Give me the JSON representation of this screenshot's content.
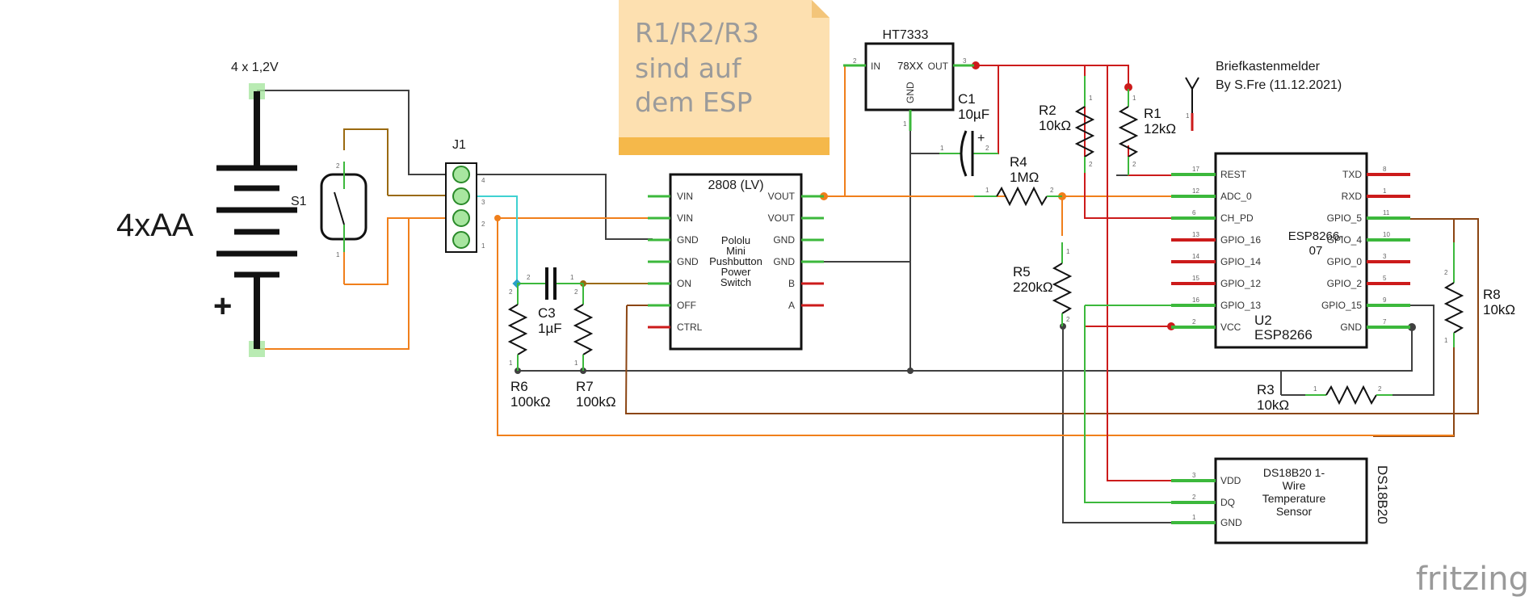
{
  "title": {
    "line1": "Briefkastenmelder",
    "line2": "By S.Fre (11.12.2021)"
  },
  "note": {
    "line1": "R1/R2/R3",
    "line2": "sind auf",
    "line3": "dem ESP"
  },
  "battery": {
    "top_label": "4 x 1,2V",
    "label": "4xAA",
    "plus": "+"
  },
  "switch": {
    "ref": "S1"
  },
  "connector": {
    "ref": "J1",
    "pins": [
      "4",
      "3",
      "2",
      "1"
    ]
  },
  "regulator": {
    "title": "HT7333",
    "part": "78XX",
    "pin_in": "IN",
    "pin_out": "OUT",
    "pin_gnd": "GND"
  },
  "pololu": {
    "title": "2808 (LV)",
    "desc": [
      "Pololu",
      "Mini",
      "Pushbutton",
      "Power",
      "Switch"
    ],
    "left_pins": [
      "VIN",
      "VIN",
      "GND",
      "GND",
      "ON",
      "OFF",
      "CTRL"
    ],
    "right_pins": [
      "VOUT",
      "VOUT",
      "GND",
      "GND",
      "B",
      "A"
    ]
  },
  "esp": {
    "ref": "U2",
    "name": "ESP8266",
    "model_line1": "ESP8266-",
    "model_line2": "07",
    "left_pins": [
      "REST",
      "ADC_0",
      "CH_PD",
      "GPIO_16",
      "GPIO_14",
      "GPIO_12",
      "GPIO_13",
      "VCC"
    ],
    "left_nums": [
      "17",
      "12",
      "6",
      "13",
      "14",
      "15",
      "16",
      "2"
    ],
    "right_pins": [
      "TXD",
      "RXD",
      "GPIO_5",
      "GPIO_4",
      "GPIO_0",
      "GPIO_2",
      "GPIO_15",
      "GND"
    ],
    "right_nums": [
      "8",
      "1",
      "11",
      "10",
      "3",
      "5",
      "9",
      "7"
    ]
  },
  "sensor": {
    "title_lines": [
      "DS18B20 1-",
      "Wire",
      "Temperature",
      "Sensor"
    ],
    "side_label": "DS18B20",
    "pins": [
      "VDD",
      "DQ",
      "GND"
    ],
    "nums": [
      "3",
      "2",
      "1"
    ]
  },
  "components": {
    "c1": {
      "ref": "C1",
      "value": "10µF"
    },
    "c3": {
      "ref": "C3",
      "value": "1µF"
    },
    "r1": {
      "ref": "R1",
      "value": "12kΩ"
    },
    "r2": {
      "ref": "R2",
      "value": "10kΩ"
    },
    "r3": {
      "ref": "R3",
      "value": "10kΩ"
    },
    "r4": {
      "ref": "R4",
      "value": "1MΩ"
    },
    "r5": {
      "ref": "R5",
      "value": "220kΩ"
    },
    "r6": {
      "ref": "R6",
      "value": "100kΩ"
    },
    "r7": {
      "ref": "R7",
      "value": "100kΩ"
    },
    "r8": {
      "ref": "R8",
      "value": "10kΩ"
    }
  },
  "brand": "fritzing",
  "colors": {
    "wire_orange": "#f07f1b",
    "wire_red": "#cc1b1b",
    "wire_dark": "#404040",
    "wire_brown": "#8b4513",
    "wire_olive": "#9a6a10",
    "wire_green": "#3cb83c",
    "wire_cyan": "#3fd1d1",
    "note_bg": "#fde0b0"
  }
}
